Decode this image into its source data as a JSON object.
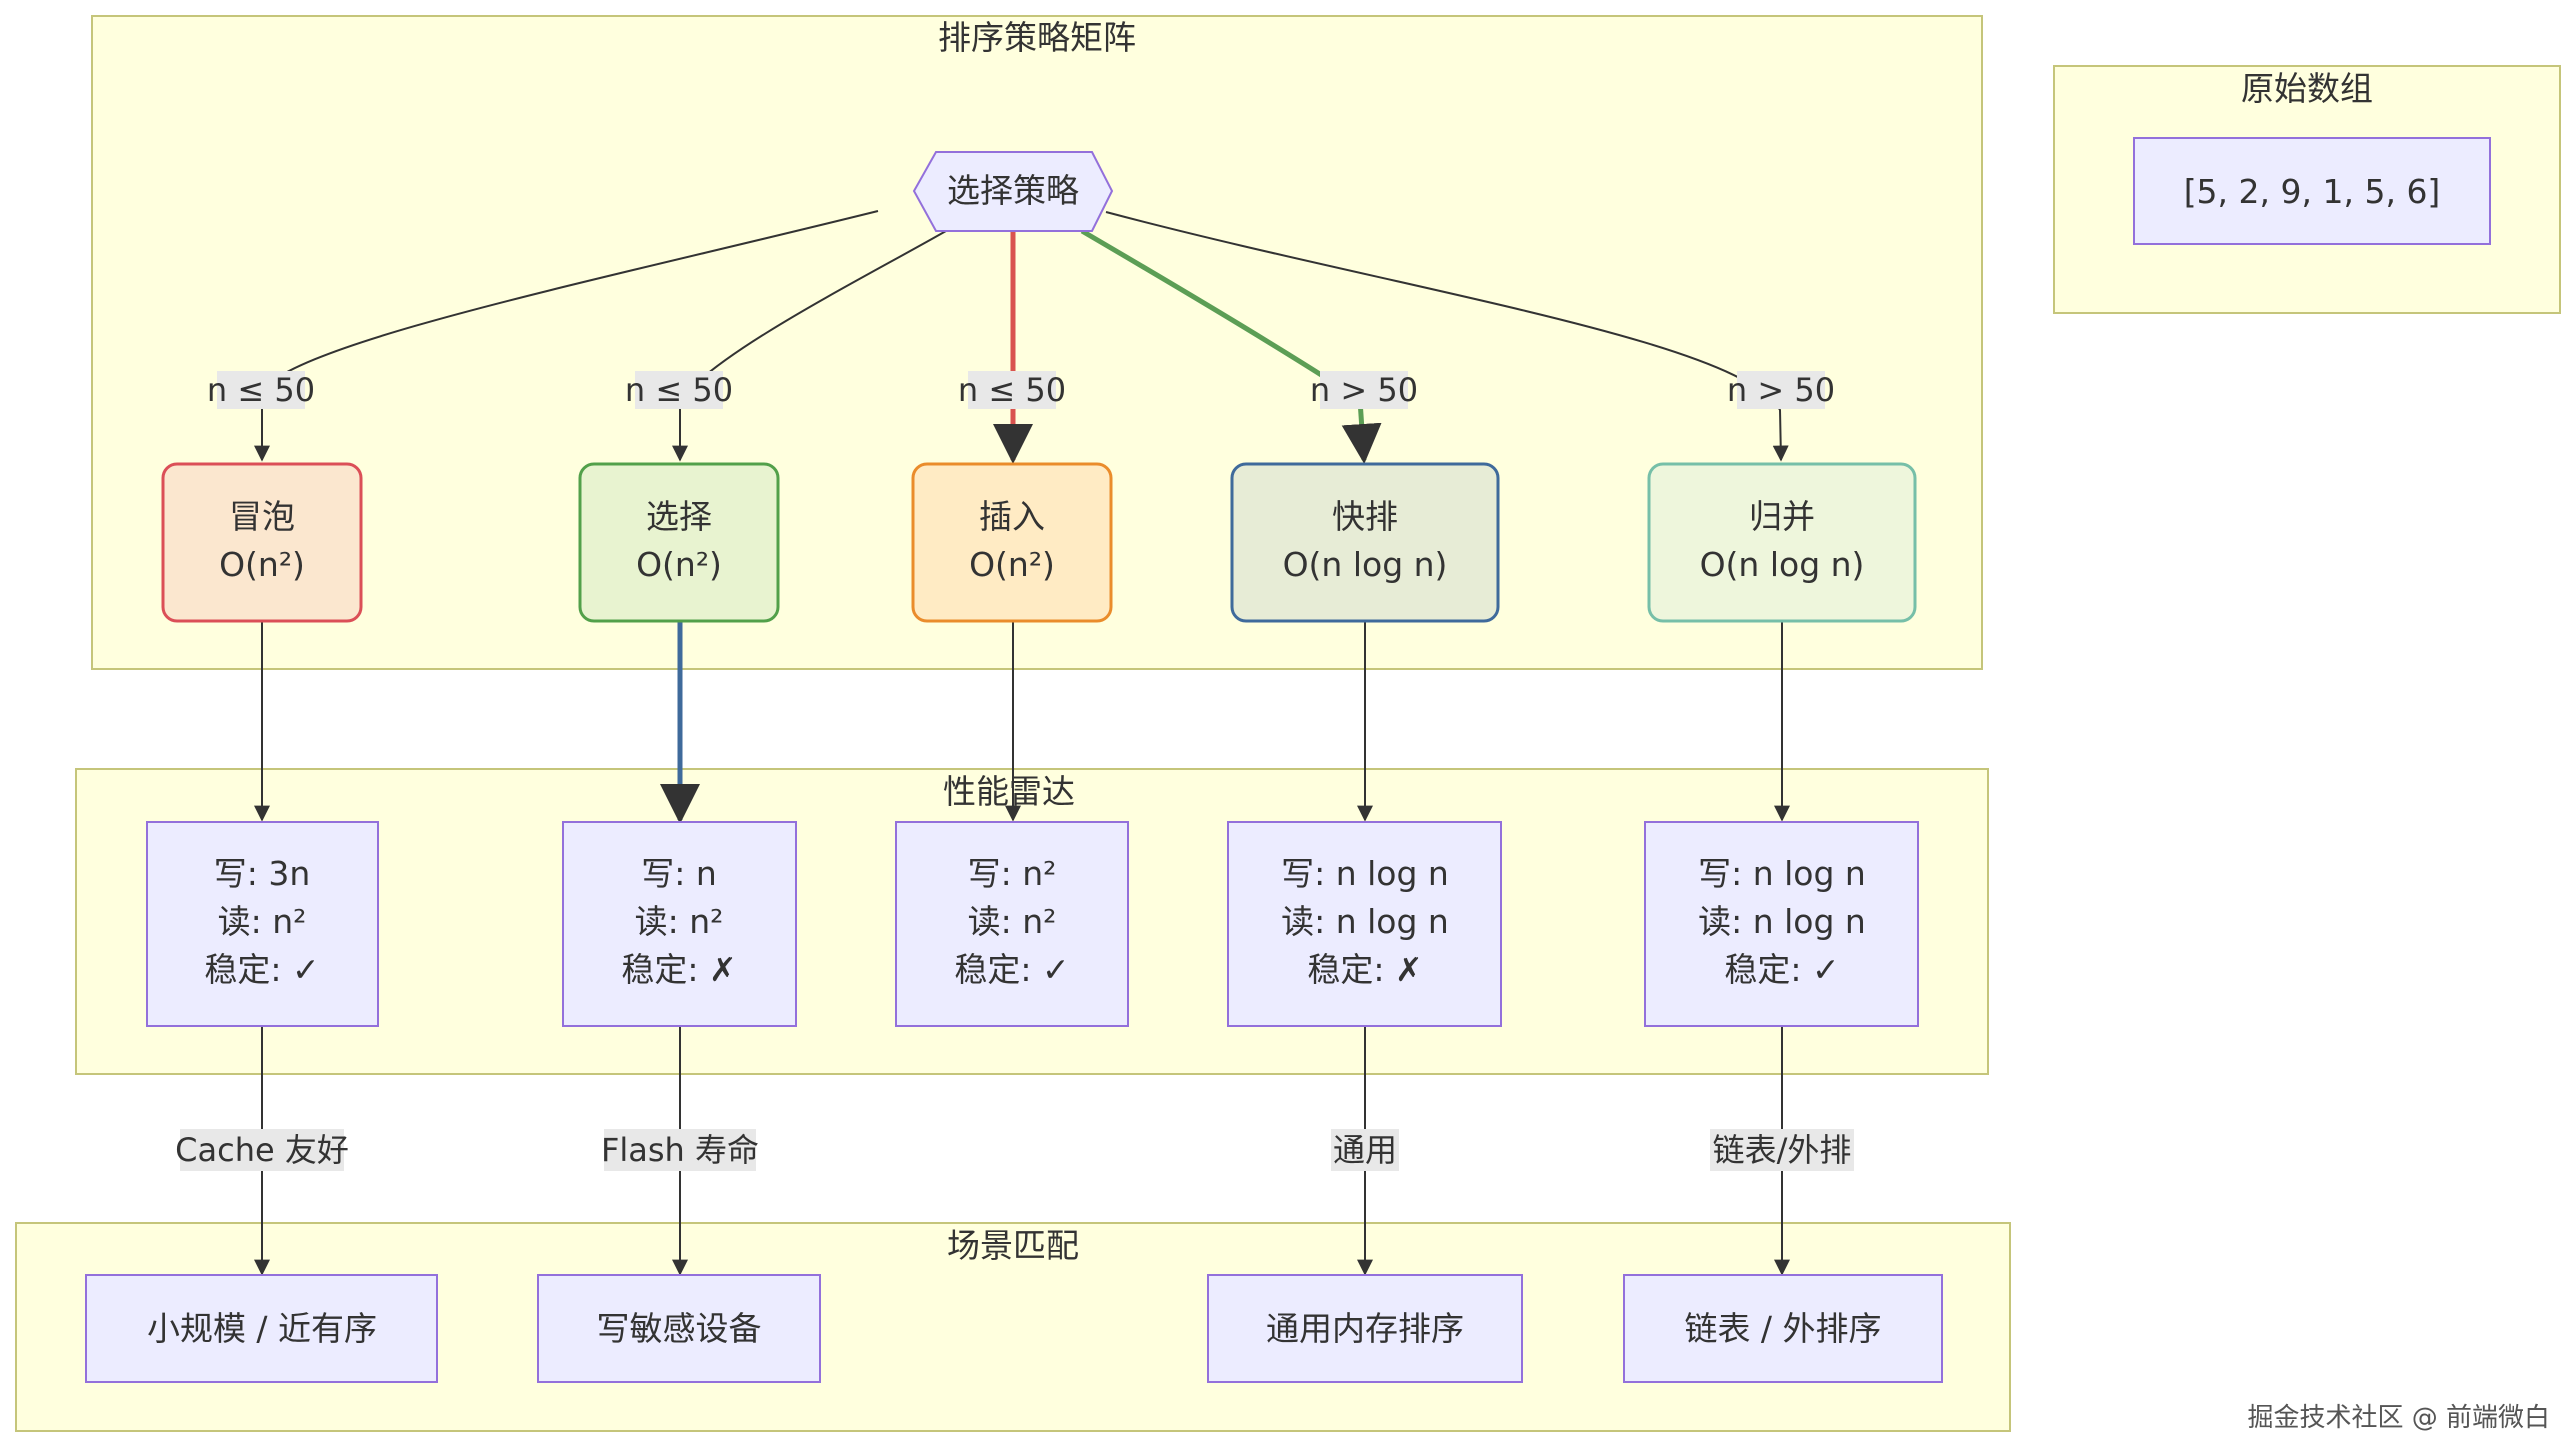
{
  "colors": {
    "cluster_fill": "#ffffde",
    "cluster_stroke": "#c5c57a",
    "default_node_fill": "#ececff",
    "default_node_stroke": "#9370db",
    "edge": "#333333",
    "edge_label_bg": "#e8e8e8"
  },
  "clusters": {
    "matrix": {
      "title": "排序策略矩阵"
    },
    "raw": {
      "title": "原始数组"
    },
    "radar": {
      "title": "性能雷达"
    },
    "scenes": {
      "title": "场景匹配"
    }
  },
  "raw_array": {
    "text": "[5, 2, 9, 1, 5, 6]"
  },
  "strategy": {
    "text": "选择策略"
  },
  "algorithms": [
    {
      "id": "bubble",
      "name": "冒泡",
      "complexity": "O(n²)",
      "fill": "#fbe7cf",
      "stroke": "#db4f57",
      "edge_label": "n ≤ 50",
      "edge_color": "#333333"
    },
    {
      "id": "select",
      "name": "选择",
      "complexity": "O(n²)",
      "fill": "#e8f3d0",
      "stroke": "#52a04a",
      "edge_label": "n ≤ 50",
      "edge_color": "#333333"
    },
    {
      "id": "insert",
      "name": "插入",
      "complexity": "O(n²)",
      "fill": "#ffebc4",
      "stroke": "#ea8c2b",
      "edge_label": "n ≤ 50",
      "edge_color": "#d9534f"
    },
    {
      "id": "quick",
      "name": "快排",
      "complexity": "O(n log n)",
      "fill": "#e7ecd6",
      "stroke": "#3f6a9b",
      "edge_label": "n > 50",
      "edge_color": "#5c9e55"
    },
    {
      "id": "merge",
      "name": "归并",
      "complexity": "O(n log n)",
      "fill": "#eef6dc",
      "stroke": "#76bfa8",
      "edge_label": "n > 50",
      "edge_color": "#333333"
    }
  ],
  "metrics": [
    {
      "lines": [
        "写: 3n",
        "读: n²",
        "稳定: ✓"
      ]
    },
    {
      "lines": [
        "写: n",
        "读: n²",
        "稳定: ✗"
      ]
    },
    {
      "lines": [
        "写: n²",
        "读: n²",
        "稳定: ✓"
      ]
    },
    {
      "lines": [
        "写: n log n",
        "读: n log n",
        "稳定: ✗"
      ]
    },
    {
      "lines": [
        "写: n log n",
        "读: n log n",
        "稳定: ✓"
      ]
    }
  ],
  "scenes": [
    {
      "text": "小规模 / 近有序",
      "edge_label": "Cache 友好"
    },
    {
      "text": "写敏感设备",
      "edge_label": "Flash 寿命"
    },
    {
      "text": "通用内存排序",
      "edge_label": "通用"
    },
    {
      "text": "链表 / 外排序",
      "edge_label": "链表/外排"
    }
  ],
  "watermark": "掘金技术社区 @ 前端微白"
}
